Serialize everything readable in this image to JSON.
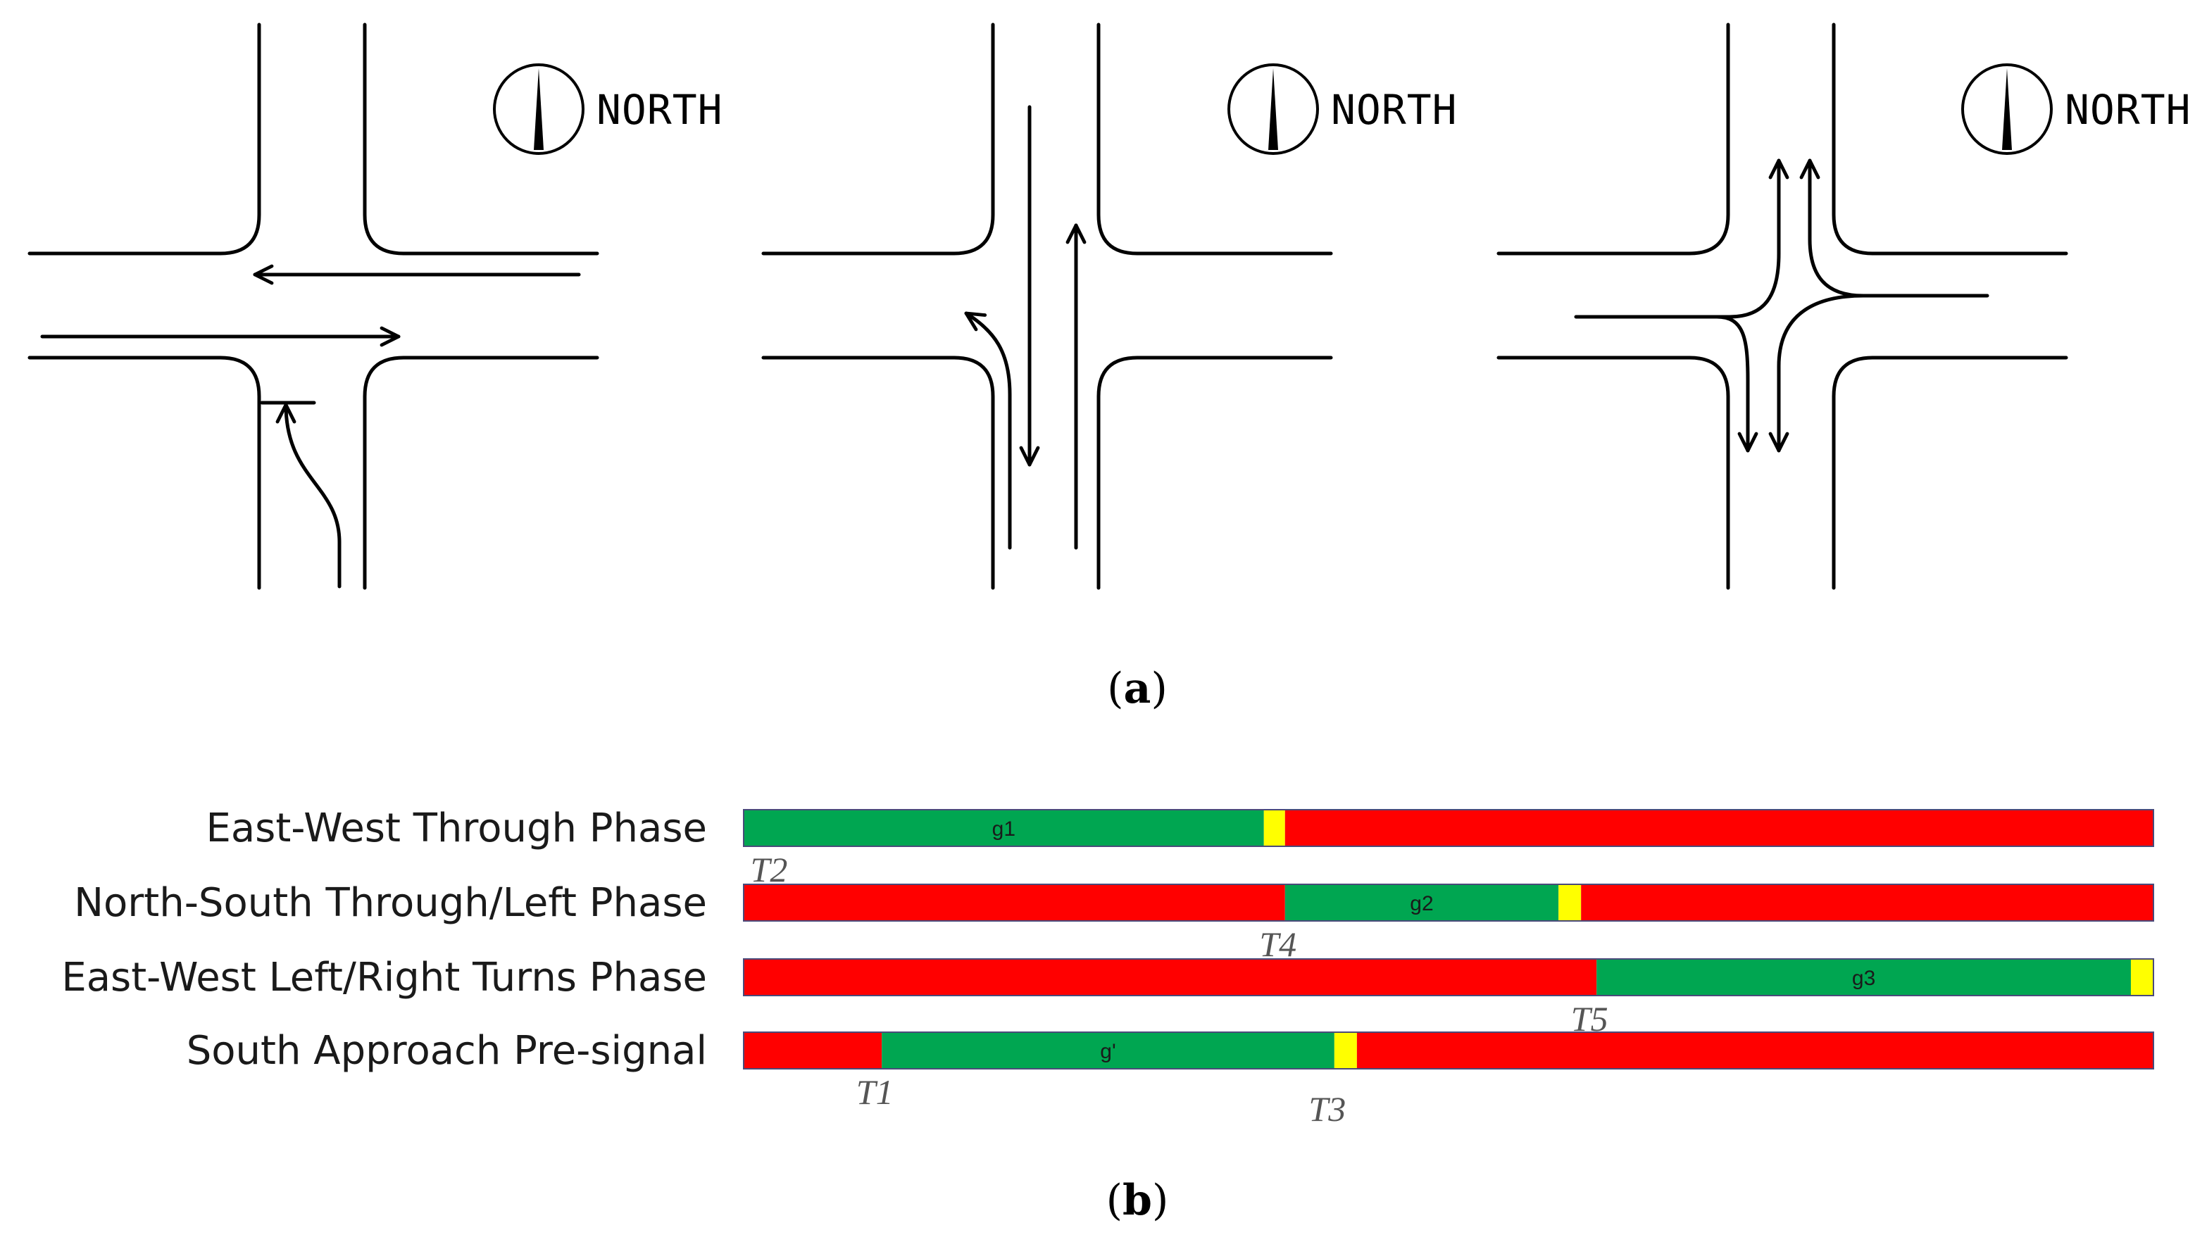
{
  "north_label": "NORTH",
  "caption_a": {
    "open": "(",
    "letter": "a",
    "close": ")"
  },
  "caption_b": {
    "open": "(",
    "letter": "b",
    "close": ")"
  },
  "colors": {
    "green": "#00a651",
    "red": "#ff0000",
    "yellow": "#ffff00",
    "outline": "#4a4a7a"
  },
  "timing": {
    "cycle_range": [
      0,
      100
    ],
    "phases": [
      {
        "label": "East-West Through Phase",
        "segments": [
          {
            "color": "green",
            "start": 0,
            "end": 36.9,
            "label": "g1"
          },
          {
            "color": "yellow",
            "start": 36.9,
            "end": 38.4,
            "label": ""
          },
          {
            "color": "red",
            "start": 38.4,
            "end": 100,
            "label": ""
          }
        ],
        "markers": [
          {
            "label": "T2",
            "at": 0
          }
        ]
      },
      {
        "label": "North-South Through/Left Phase",
        "segments": [
          {
            "color": "red",
            "start": 0,
            "end": 38.4,
            "label": ""
          },
          {
            "color": "green",
            "start": 38.4,
            "end": 57.8,
            "label": "g2"
          },
          {
            "color": "yellow",
            "start": 57.8,
            "end": 59.4,
            "label": ""
          },
          {
            "color": "red",
            "start": 59.4,
            "end": 100,
            "label": ""
          }
        ],
        "markers": [
          {
            "label": "T4",
            "at": 38.4
          }
        ]
      },
      {
        "label": "East-West Left/Right Turns Phase",
        "segments": [
          {
            "color": "red",
            "start": 0,
            "end": 60.5,
            "label": ""
          },
          {
            "color": "green",
            "start": 60.5,
            "end": 98.4,
            "label": "g3"
          },
          {
            "color": "yellow",
            "start": 98.4,
            "end": 100,
            "label": ""
          }
        ],
        "markers": [
          {
            "label": "T5",
            "at": 60.5
          }
        ]
      },
      {
        "label": "South Approach Pre-signal",
        "segments": [
          {
            "color": "red",
            "start": 0,
            "end": 9.8,
            "label": ""
          },
          {
            "color": "green",
            "start": 9.8,
            "end": 41.9,
            "label": "g'"
          },
          {
            "color": "yellow",
            "start": 41.9,
            "end": 43.5,
            "label": ""
          },
          {
            "color": "red",
            "start": 43.5,
            "end": 100,
            "label": ""
          }
        ],
        "markers": [
          {
            "label": "T1",
            "at": 9.8
          },
          {
            "label": "T3",
            "at": 41.9
          }
        ]
      }
    ]
  }
}
